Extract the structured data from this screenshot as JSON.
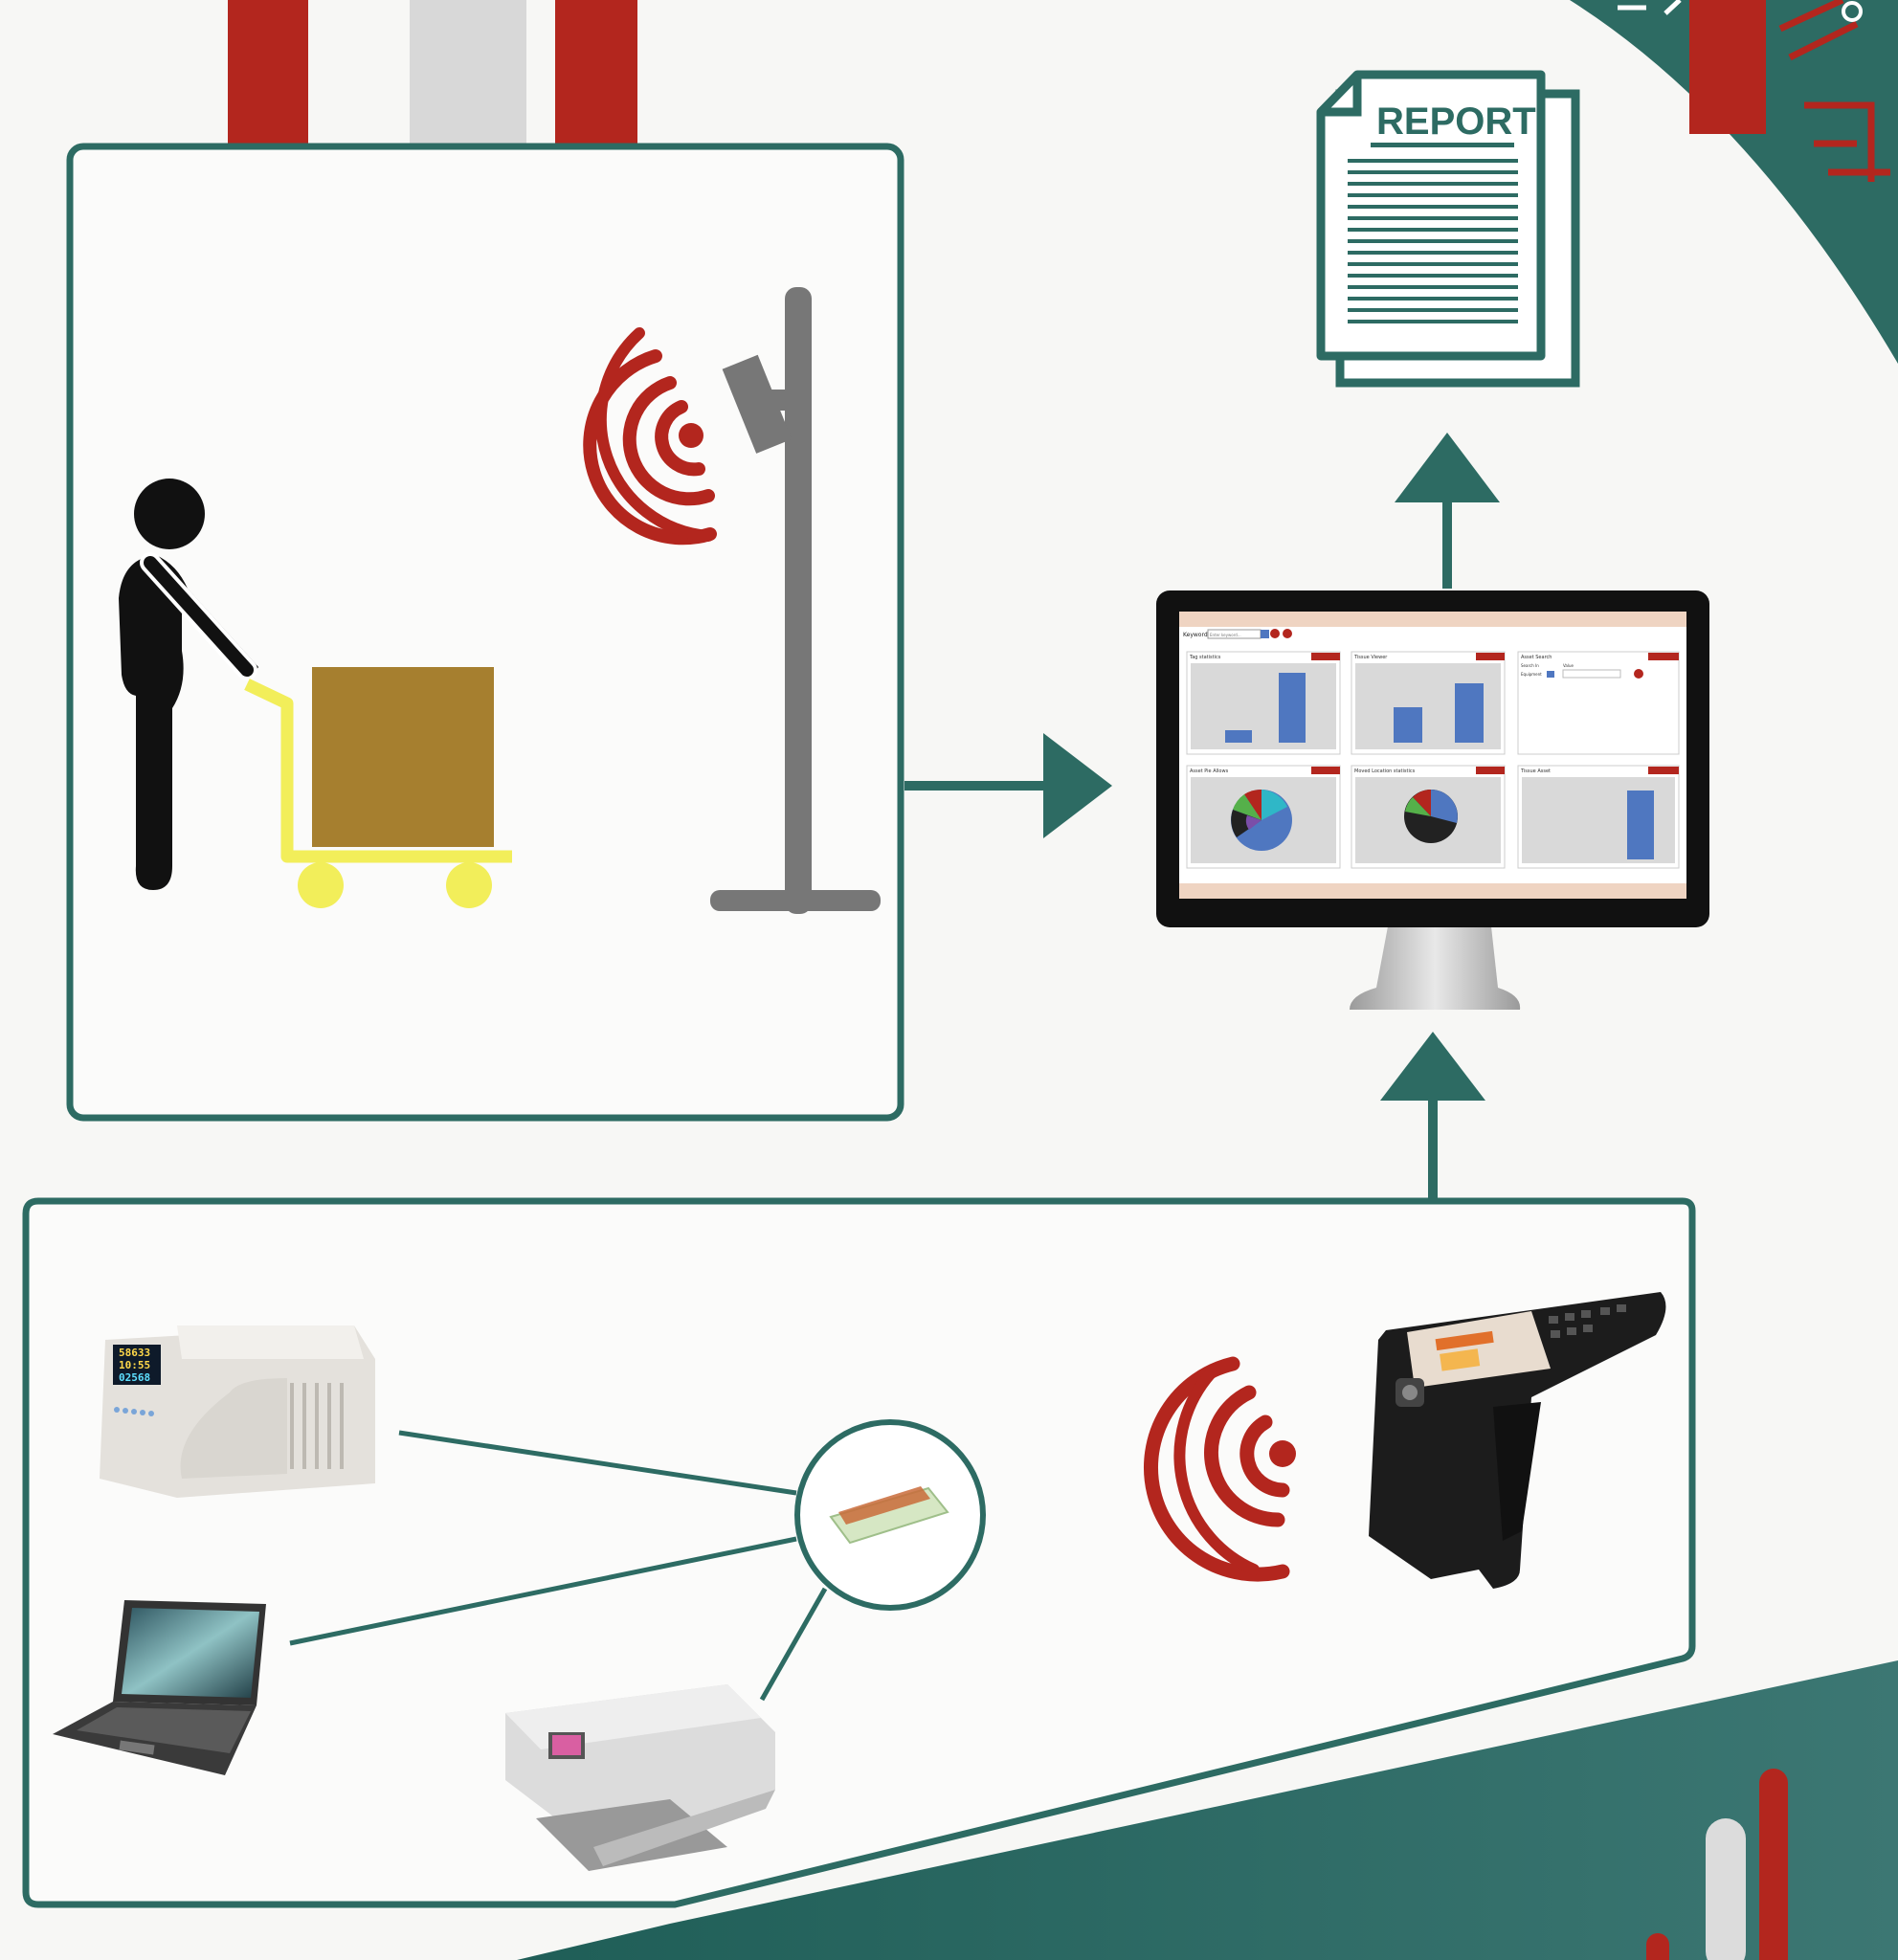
{
  "colors": {
    "teal": "#2d6b63",
    "red": "#b3261e",
    "grey": "#d8d8d8",
    "box": "#a67f2f",
    "cart": "#f2ee5a",
    "bar": "#4f77c0"
  },
  "report": {
    "title": "REPORT"
  },
  "monitor": {
    "keyword_label": "Keyword:",
    "keyword_placeholder": "Enter keyword...",
    "panels": [
      {
        "title": "Tag statistics"
      },
      {
        "title": "Tissue Viewer"
      },
      {
        "title": "Asset Search",
        "search_in": "Search In",
        "value": "Value",
        "equipment": "Equipment"
      },
      {
        "title": "Asset Pie Allows"
      },
      {
        "title": "Moved Location statistics"
      },
      {
        "title": "Tissue Asset"
      }
    ]
  },
  "printer_display": {
    "line1": "58633",
    "line2": "10:55",
    "line3": "02568"
  },
  "icons": [
    "rfid-signal-icon",
    "report-document-icon",
    "arrow-up-icon",
    "arrow-right-icon",
    "rfid-tag-icon"
  ]
}
